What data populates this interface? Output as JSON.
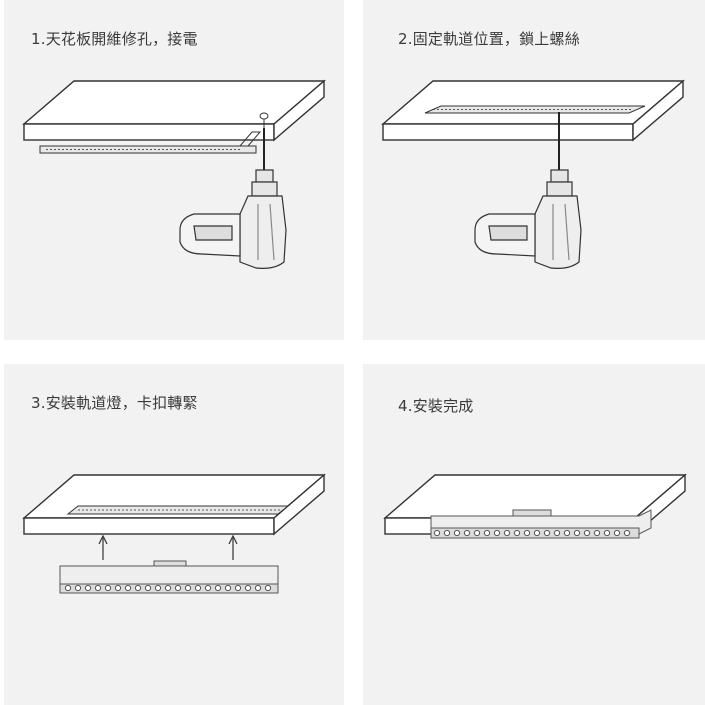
{
  "steps": [
    {
      "label": "1.天花板開維修孔，接電"
    },
    {
      "label": "2.固定軌道位置，鎖上螺絲"
    },
    {
      "label": "3.安裝軌道燈，卡扣轉緊"
    },
    {
      "label": "4.安裝完成"
    }
  ],
  "colors": {
    "panel_bg": "#f2f2f2",
    "line": "#333333",
    "ceiling_face": "#ffffff",
    "track_fill": "#e8e8e8"
  },
  "icons": [
    "drill-icon",
    "screw-icon",
    "arrow-up-icon",
    "track-light-icon"
  ]
}
